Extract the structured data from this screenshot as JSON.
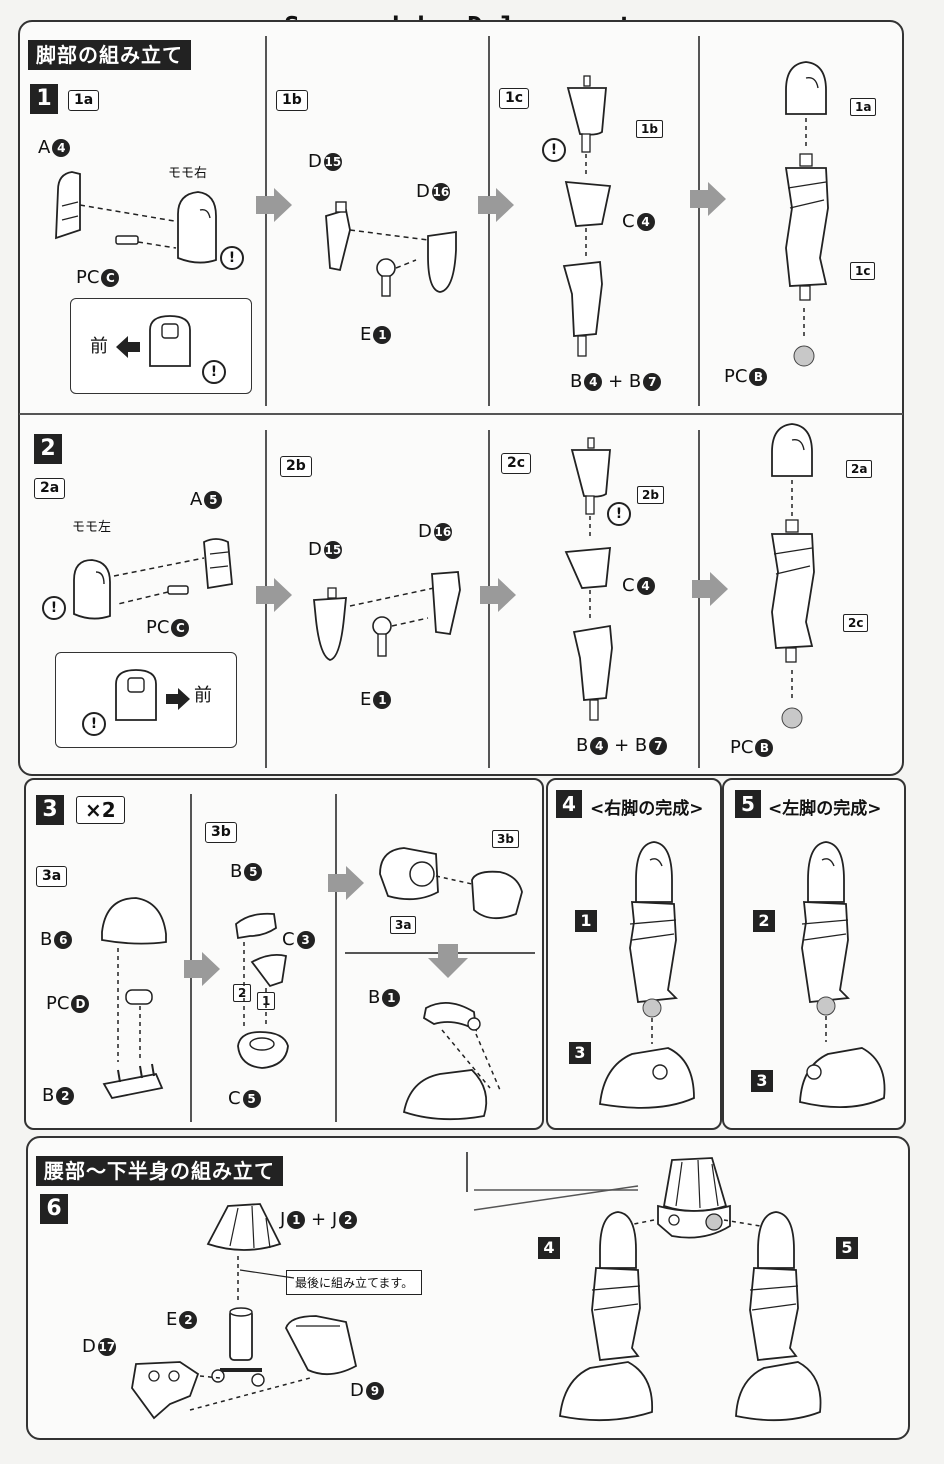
{
  "header": {
    "scan_credit": "Scanned by Dalong.net"
  },
  "sections": {
    "leg_assembly": "脚部の組み立て",
    "waist_assembly": "腰部〜下半身の組み立て"
  },
  "step1": {
    "number": "1",
    "sub_a": "1a",
    "sub_b": "1b",
    "sub_c": "1c",
    "part_a": "A",
    "part_a_num": "4",
    "thigh_label": "モモ右",
    "pc": "PC",
    "pc_letter": "C",
    "front": "前",
    "d15": "D",
    "d15_num": "15",
    "d16": "D",
    "d16_num": "16",
    "e1": "E",
    "e1_num": "1",
    "c4": "C",
    "c4_num": "4",
    "b4b7_a": "B",
    "b4": "4",
    "plus": "+",
    "b4b7_b": "B",
    "b7": "7",
    "tag_1b": "1b",
    "tag_1a": "1a",
    "tag_1c": "1c",
    "pcb": "PC",
    "pcb_letter": "B"
  },
  "step2": {
    "number": "2",
    "sub_a": "2a",
    "sub_b": "2b",
    "sub_c": "2c",
    "part_a": "A",
    "part_a_num": "5",
    "thigh_label": "モモ左",
    "pc": "PC",
    "pc_letter": "C",
    "front": "前",
    "d15": "D",
    "d15_num": "15",
    "d16": "D",
    "d16_num": "16",
    "e1": "E",
    "e1_num": "1",
    "c4": "C",
    "c4_num": "4",
    "b4b7_a": "B",
    "b4": "4",
    "plus": "+",
    "b4b7_b": "B",
    "b7": "7",
    "tag_2b": "2b",
    "tag_2a": "2a",
    "tag_2c": "2c",
    "pcb": "PC",
    "pcb_letter": "B"
  },
  "step3": {
    "number": "3",
    "times": "×2",
    "sub_a": "3a",
    "sub_b": "3b",
    "b6": "B",
    "b6_num": "6",
    "pcd": "PC",
    "pcd_letter": "D",
    "b2": "B",
    "b2_num": "2",
    "b5": "B",
    "b5_num": "5",
    "c3": "C",
    "c3_num": "3",
    "c5": "C",
    "c5_num": "5",
    "order2": "2",
    "order1": "1",
    "tag_3b": "3b",
    "tag_3a": "3a",
    "b1": "B",
    "b1_num": "1"
  },
  "step4": {
    "number": "4",
    "title": "<右脚の完成>",
    "ref_top": "1",
    "ref_bottom": "3"
  },
  "step5": {
    "number": "5",
    "title": "<左脚の完成>",
    "ref_top": "2",
    "ref_bottom": "3"
  },
  "step6": {
    "number": "6",
    "j1": "J",
    "j1_num": "1",
    "plus": "+",
    "j2": "J",
    "j2_num": "2",
    "note": "最後に組み立てます。",
    "e2": "E",
    "e2_num": "2",
    "d17": "D",
    "d17_num": "17",
    "d9": "D",
    "d9_num": "9",
    "ref_left": "4",
    "ref_right": "5"
  },
  "colors": {
    "ink": "#222222",
    "arrow": "#9a9a9a",
    "paper": "#fbfbfa"
  }
}
